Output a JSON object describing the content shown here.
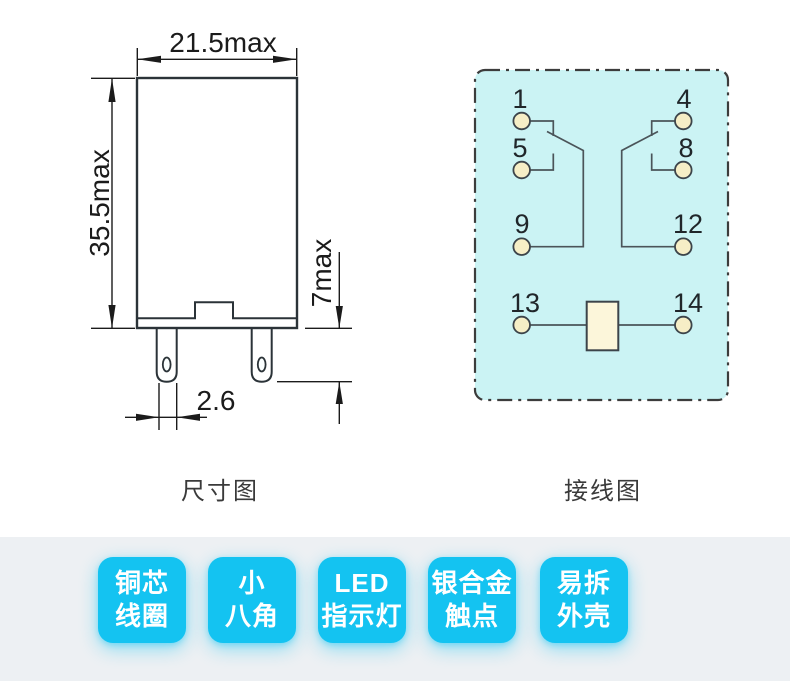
{
  "captions": {
    "dimension": "尺寸图",
    "wiring": "接线图"
  },
  "dimensions": {
    "width_label": "21.5max",
    "height_label": "35.5max",
    "pin_length_label": "7max",
    "pin_width_label": "2.6"
  },
  "wiring": {
    "terminals": {
      "t1": "1",
      "t4": "4",
      "t5": "5",
      "t8": "8",
      "t9": "9",
      "t12": "12",
      "t13": "13",
      "t14": "14"
    }
  },
  "features": [
    {
      "line1": "铜芯",
      "line2": "线圈"
    },
    {
      "line1": "小",
      "line2": "八角"
    },
    {
      "line1": "LED",
      "line2": "指示灯"
    },
    {
      "line1": "银合金",
      "line2": "触点"
    },
    {
      "line1": "易拆",
      "line2": "外壳"
    }
  ],
  "colors": {
    "accent_badge": "#14c3f1",
    "relay_body": "#96a9ae",
    "pin_fill": "#dcf2f4",
    "wiring_bg": "#cbf3f4",
    "terminal_fill": "#f6eec6",
    "coil_fill": "#fcf6da",
    "feature_bar_bg": "#edf0f3"
  }
}
